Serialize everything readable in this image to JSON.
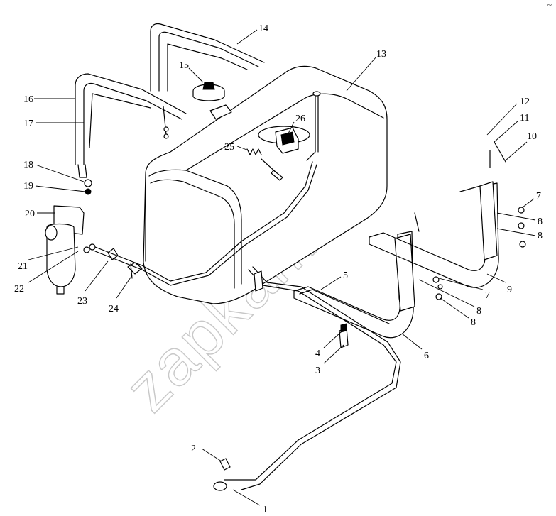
{
  "watermark": {
    "text": "zapkam.ru"
  },
  "corner_mark": "~",
  "callouts": [
    {
      "id": 1,
      "label": "1"
    },
    {
      "id": 2,
      "label": "2"
    },
    {
      "id": 3,
      "label": "3"
    },
    {
      "id": 4,
      "label": "4"
    },
    {
      "id": 5,
      "label": "5"
    },
    {
      "id": 6,
      "label": "6"
    },
    {
      "id": 7,
      "label": "7"
    },
    {
      "id": 8,
      "label": "8"
    },
    {
      "id": 9,
      "label": "9"
    },
    {
      "id": 10,
      "label": "10"
    },
    {
      "id": 11,
      "label": "11"
    },
    {
      "id": 12,
      "label": "12"
    },
    {
      "id": 13,
      "label": "13"
    },
    {
      "id": 14,
      "label": "14"
    },
    {
      "id": 15,
      "label": "15"
    },
    {
      "id": 16,
      "label": "16"
    },
    {
      "id": 17,
      "label": "17"
    },
    {
      "id": 18,
      "label": "18"
    },
    {
      "id": 19,
      "label": "19"
    },
    {
      "id": 20,
      "label": "20"
    },
    {
      "id": 21,
      "label": "21"
    },
    {
      "id": 22,
      "label": "22"
    },
    {
      "id": 23,
      "label": "23"
    },
    {
      "id": 24,
      "label": "24"
    },
    {
      "id": 25,
      "label": "25"
    },
    {
      "id": 26,
      "label": "26"
    }
  ]
}
